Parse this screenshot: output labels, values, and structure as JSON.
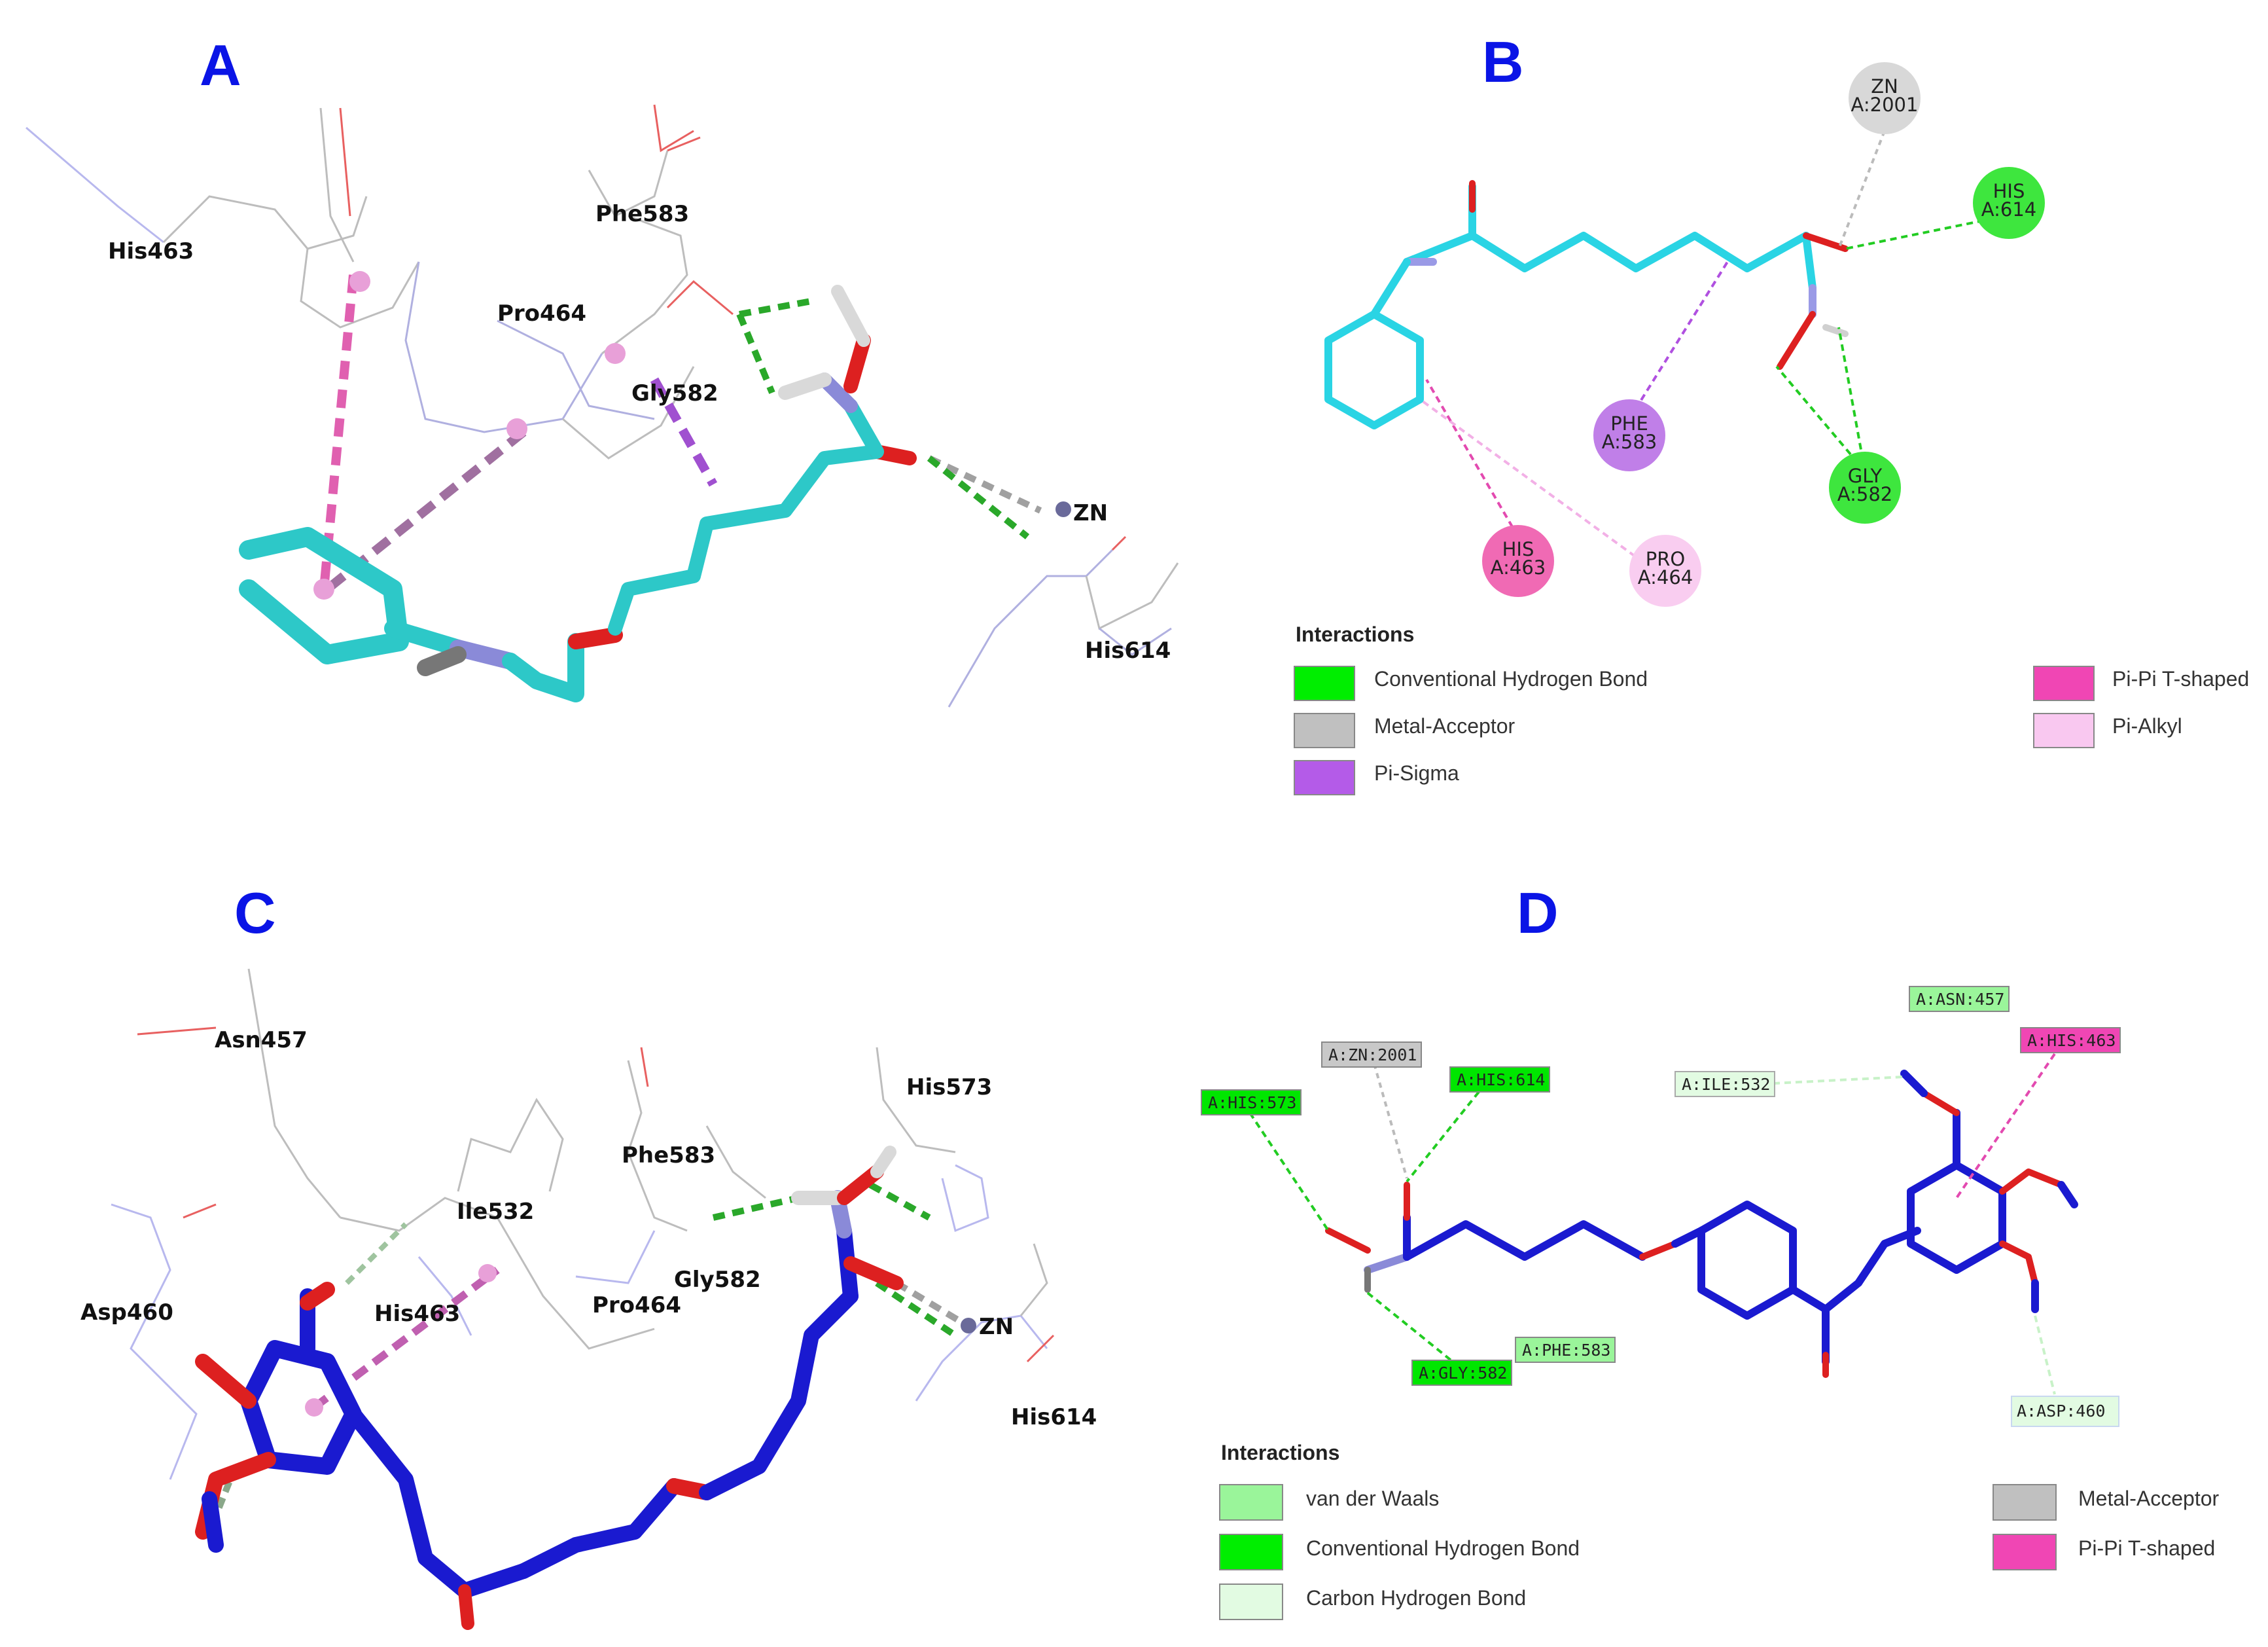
{
  "panels": {
    "a": {
      "label": "A"
    },
    "b": {
      "label": "B"
    },
    "c": {
      "label": "C"
    },
    "d": {
      "label": "D"
    }
  },
  "panel_a": {
    "residues": {
      "his463": "His463",
      "phe583": "Phe583",
      "pro464": "Pro464",
      "gly582": "Gly582",
      "zn": "ZN",
      "his614": "His614"
    }
  },
  "panel_b": {
    "nodes": {
      "zn": {
        "name": "ZN",
        "id": "A:2001",
        "color": "#d8d8d8"
      },
      "his614": {
        "name": "HIS",
        "id": "A:614",
        "color": "#3ee63e"
      },
      "phe583": {
        "name": "PHE",
        "id": "A:583",
        "color": "#c07fe8"
      },
      "gly582": {
        "name": "GLY",
        "id": "A:582",
        "color": "#3ee63e"
      },
      "his463": {
        "name": "HIS",
        "id": "A:463",
        "color": "#f06ab4"
      },
      "pro464": {
        "name": "PRO",
        "id": "A:464",
        "color": "#f9cdf0"
      }
    },
    "legend": {
      "title": "Interactions",
      "items": [
        {
          "label": "Conventional Hydrogen Bond",
          "color": "#00ee00"
        },
        {
          "label": "Metal-Acceptor",
          "color": "#c0c0c0"
        },
        {
          "label": "Pi-Sigma",
          "color": "#b45be8"
        },
        {
          "label": "Pi-Pi T-shaped",
          "color": "#f046b4"
        },
        {
          "label": "Pi-Alkyl",
          "color": "#f9c8f0"
        }
      ]
    }
  },
  "panel_c": {
    "residues": {
      "asn457": "Asn457",
      "his573": "His573",
      "phe583": "Phe583",
      "ile532": "Ile532",
      "gly582": "Gly582",
      "asp460": "Asp460",
      "his463": "His463",
      "pro464": "Pro464",
      "zn": "ZN",
      "his614": "His614"
    }
  },
  "panel_d": {
    "tags": {
      "zn2001": {
        "text": "A:ZN:2001",
        "color": "#c8c8c8"
      },
      "his573": {
        "text": "A:HIS:573",
        "color": "#00e600"
      },
      "his614": {
        "text": "A:HIS:614",
        "color": "#00e600"
      },
      "ile532": {
        "text": "A:ILE:532",
        "color": "#e2fbe2"
      },
      "asn457": {
        "text": "A:ASN:457",
        "color": "#9af59a"
      },
      "his463": {
        "text": "A:HIS:463",
        "color": "#f046b4"
      },
      "gly582": {
        "text": "A:GLY:582",
        "color": "#00e600"
      },
      "phe583": {
        "text": "A:PHE:583",
        "color": "#9af59a"
      },
      "asp460": {
        "text": "A:ASP:460",
        "color": "#e2fbe2"
      }
    },
    "legend": {
      "title": "Interactions",
      "items": [
        {
          "label": "van der Waals",
          "color": "#9af59a"
        },
        {
          "label": "Conventional Hydrogen Bond",
          "color": "#00ee00"
        },
        {
          "label": "Carbon Hydrogen Bond",
          "color": "#e2fbe2"
        },
        {
          "label": "Metal-Acceptor",
          "color": "#c0c0c0"
        },
        {
          "label": "Pi-Pi T-shaped",
          "color": "#f046b4"
        }
      ]
    }
  }
}
